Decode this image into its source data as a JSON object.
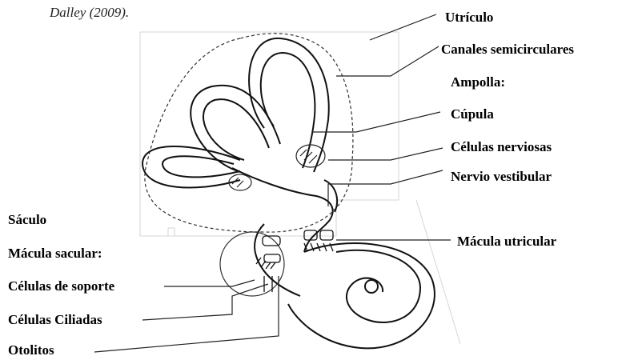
{
  "caption": "Dalley (2009).",
  "labels": {
    "utriculo": "Utrículo",
    "canales": "Canales semicirculares",
    "ampolla": "Ampolla:",
    "cupula": "Cúpula",
    "celulas_nerviosas": "Células nerviosas",
    "nervio_vestibular": "Nervio vestibular",
    "macula_utricular": "Mácula utricular",
    "saculo": "Sáculo",
    "macula_sacular": "Mácula sacular:",
    "celulas_soporte": "Células de soporte",
    "celulas_ciliadas": "Células Ciliadas",
    "otolitos": "Otolitos"
  }
}
